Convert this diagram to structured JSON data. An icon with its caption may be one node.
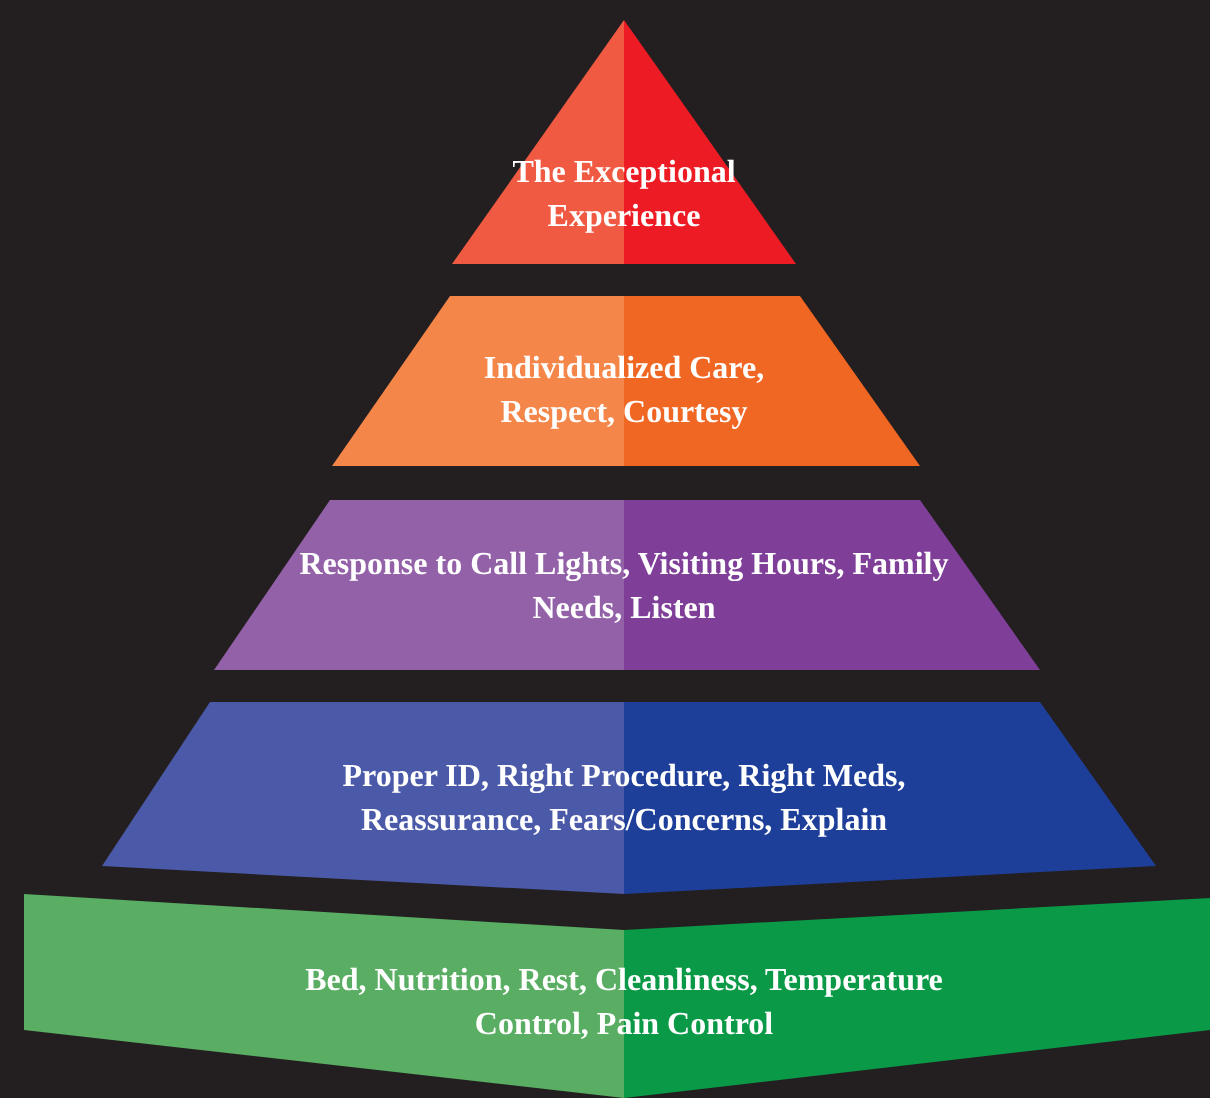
{
  "diagram": {
    "nodes": [
      {
        "text": [
          "The Exceptional Experience"
        ]
      },
      {
        "text": [
          "Individualized Care, Respect, Courtesy"
        ]
      },
      {
        "text": [
          "Response to Call Lights, Visiting Hours, Family Needs, Listen"
        ]
      },
      {
        "text": [
          "Proper ID, Right Procedure, Right Meds, Reassurance, Fears/Concerns, Explain"
        ]
      },
      {
        "text": [
          "Bed, Nutrition, Rest, Cleanliness, Temperature Control, Pain Control"
        ]
      }
    ]
  }
}
